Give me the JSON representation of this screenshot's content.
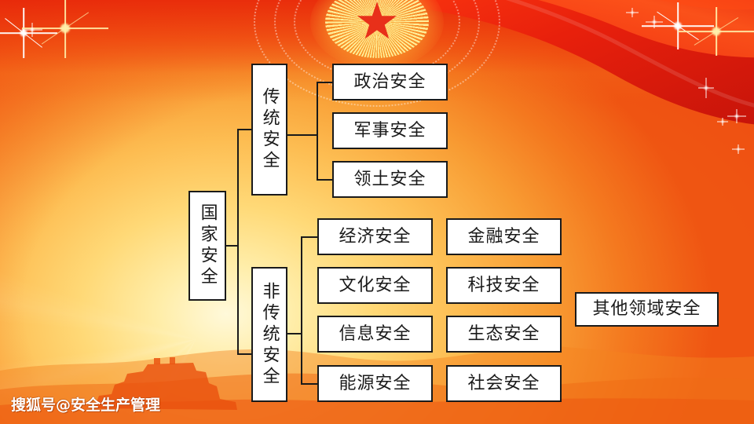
{
  "slide": {
    "watermark": "搜狐号@安全生产管理",
    "emblem_icon": "red-star-emblem-icon",
    "ribbon_icon": "red-silk-ribbon-icon",
    "ground_icon": "desert-dune-silhouette-icon",
    "colors": {
      "box_fill": "#ffffff",
      "box_border": "#1a1a1a",
      "text": "#1a1a1a",
      "bg_center": "#fff9da",
      "bg_mid": "#fdbd52",
      "bg_edge": "#ef5512",
      "ribbon_red": "#e8200c",
      "star_red": "#e8301a",
      "watermark_text": "#ffffff"
    }
  },
  "chart_data": {
    "type": "diagram",
    "title": "国家安全",
    "diagram_kind": "hierarchy-tree-bracket",
    "orientation": "left-to-right",
    "root": {
      "id": "root",
      "label": "国家安全",
      "orientation": "vertical-text"
    },
    "levels": [
      {
        "level": 1,
        "nodes": [
          {
            "id": "traditional",
            "label": "传统安全",
            "orientation": "vertical-text",
            "parent": "root"
          },
          {
            "id": "nontraditional",
            "label": "非传统安全",
            "orientation": "vertical-text",
            "parent": "root"
          }
        ]
      },
      {
        "level": 2,
        "nodes": [
          {
            "id": "political",
            "label": "政治安全",
            "parent": "traditional"
          },
          {
            "id": "military",
            "label": "军事安全",
            "parent": "traditional"
          },
          {
            "id": "territorial",
            "label": "领土安全",
            "parent": "traditional"
          },
          {
            "id": "economic",
            "label": "经济安全",
            "parent": "nontraditional"
          },
          {
            "id": "cultural",
            "label": "文化安全",
            "parent": "nontraditional"
          },
          {
            "id": "information",
            "label": "信息安全",
            "parent": "nontraditional"
          },
          {
            "id": "energy",
            "label": "能源安全",
            "parent": "nontraditional"
          },
          {
            "id": "financial",
            "label": "金融安全",
            "parent": "nontraditional"
          },
          {
            "id": "technology",
            "label": "科技安全",
            "parent": "nontraditional"
          },
          {
            "id": "ecological",
            "label": "生态安全",
            "parent": "nontraditional"
          },
          {
            "id": "social",
            "label": "社会安全",
            "parent": "nontraditional"
          },
          {
            "id": "other",
            "label": "其他领域安全",
            "parent": "nontraditional"
          }
        ]
      }
    ],
    "categories": [
      "国家安全",
      "传统安全",
      "非传统安全",
      "政治安全",
      "军事安全",
      "领土安全",
      "经济安全",
      "文化安全",
      "信息安全",
      "能源安全",
      "金融安全",
      "科技安全",
      "生态安全",
      "社会安全",
      "其他领域安全"
    ],
    "legend": [],
    "annotations": [
      "搜狐号@安全生产管理"
    ]
  },
  "nodes": {
    "root": "国家安全",
    "traditional": "传统安全",
    "nontraditional": "非传统安全",
    "political": "政治安全",
    "military": "军事安全",
    "territorial": "领土安全",
    "economic": "经济安全",
    "cultural": "文化安全",
    "information": "信息安全",
    "energy": "能源安全",
    "financial": "金融安全",
    "technology": "科技安全",
    "ecological": "生态安全",
    "social": "社会安全",
    "other": "其他领域安全"
  }
}
